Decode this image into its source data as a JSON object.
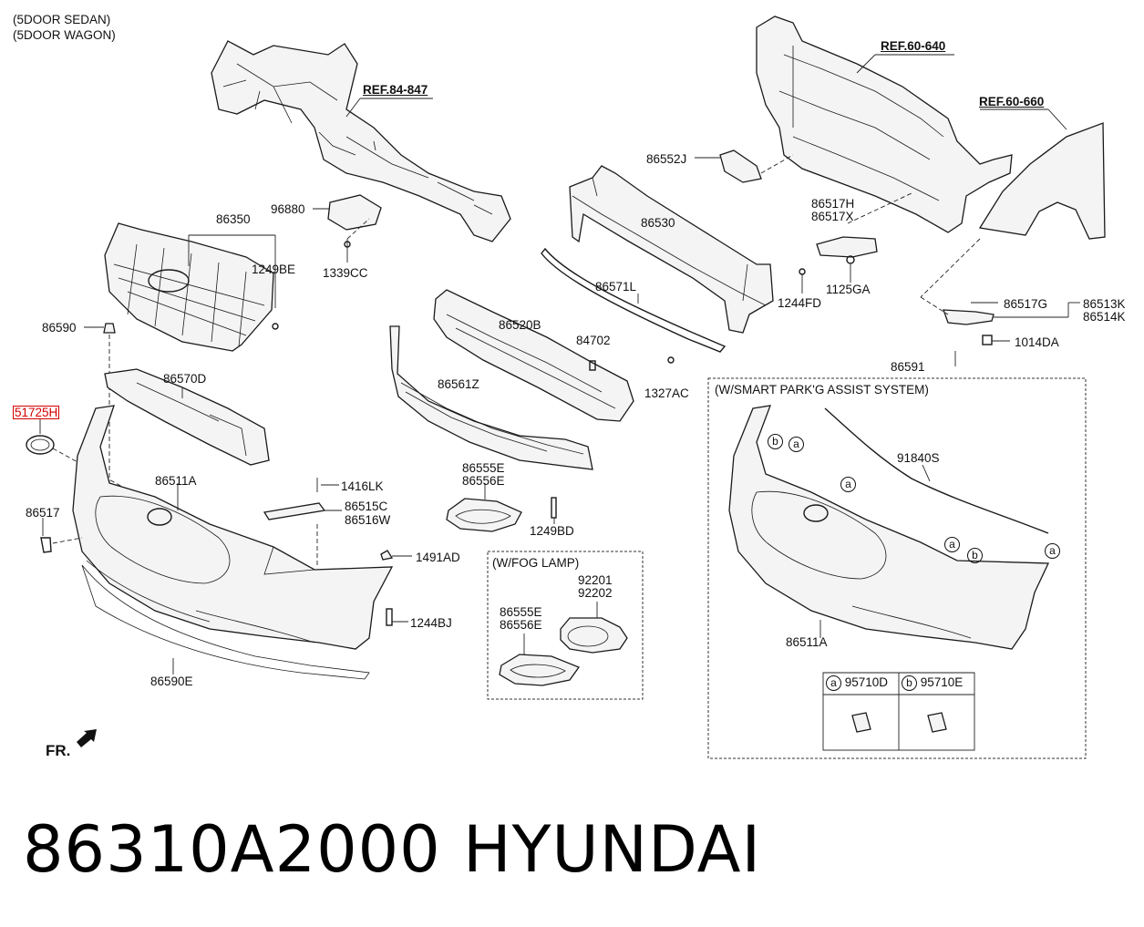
{
  "header": {
    "variant_1": "(5DOOR SEDAN)",
    "variant_2": "(5DOOR WAGON)"
  },
  "refs": {
    "ref_84_847": "REF.84-847",
    "ref_60_640": "REF.60-640",
    "ref_60_660": "REF.60-660"
  },
  "parts": {
    "p86552J": "86552J",
    "p86530": "86530",
    "p86517H": "86517H",
    "p86517X": "86517X",
    "p96880": "96880",
    "p86350": "86350",
    "p1249BE": "1249BE",
    "p1339CC": "1339CC",
    "p86571L": "86571L",
    "p1244FD": "1244FD",
    "p1125GA": "1125GA",
    "p86517G": "86517G",
    "p86513K": "86513K",
    "p86514K": "86514K",
    "p1014DA": "1014DA",
    "p86591": "86591",
    "p86590": "86590",
    "p86520B": "86520B",
    "p84702": "84702",
    "p1327AC": "1327AC",
    "p86570D": "86570D",
    "p86561Z": "86561Z",
    "p51725H": "51725H",
    "p86555E": "86555E",
    "p86556E": "86556E",
    "p86511A": "86511A",
    "p1416LK": "1416LK",
    "p86515C": "86515C",
    "p86516W": "86516W",
    "p86517": "86517",
    "p1249BD": "1249BD",
    "p1491AD": "1491AD",
    "p1244BJ": "1244BJ",
    "p86590E": "86590E",
    "p92201": "92201",
    "p92202": "92202",
    "p86555E_fog": "86555E",
    "p86556E_fog": "86556E",
    "p91840S": "91840S",
    "p86511A_spas": "86511A",
    "p95710D": "95710D",
    "p95710E": "95710E"
  },
  "boxes": {
    "fog_lamp": "(W/FOG LAMP)",
    "smart_park": "(W/SMART PARK'G ASSIST SYSTEM)"
  },
  "callouts": {
    "a": "a",
    "b": "b"
  },
  "direction": "FR.",
  "footer": {
    "part_number": "86310A2000",
    "brand": "HYUNDAI"
  },
  "colors": {
    "highlight": "#d40000",
    "line": "#1a1a1a",
    "background": "#ffffff"
  },
  "icons": {
    "front_arrow": "arrow-icon"
  }
}
